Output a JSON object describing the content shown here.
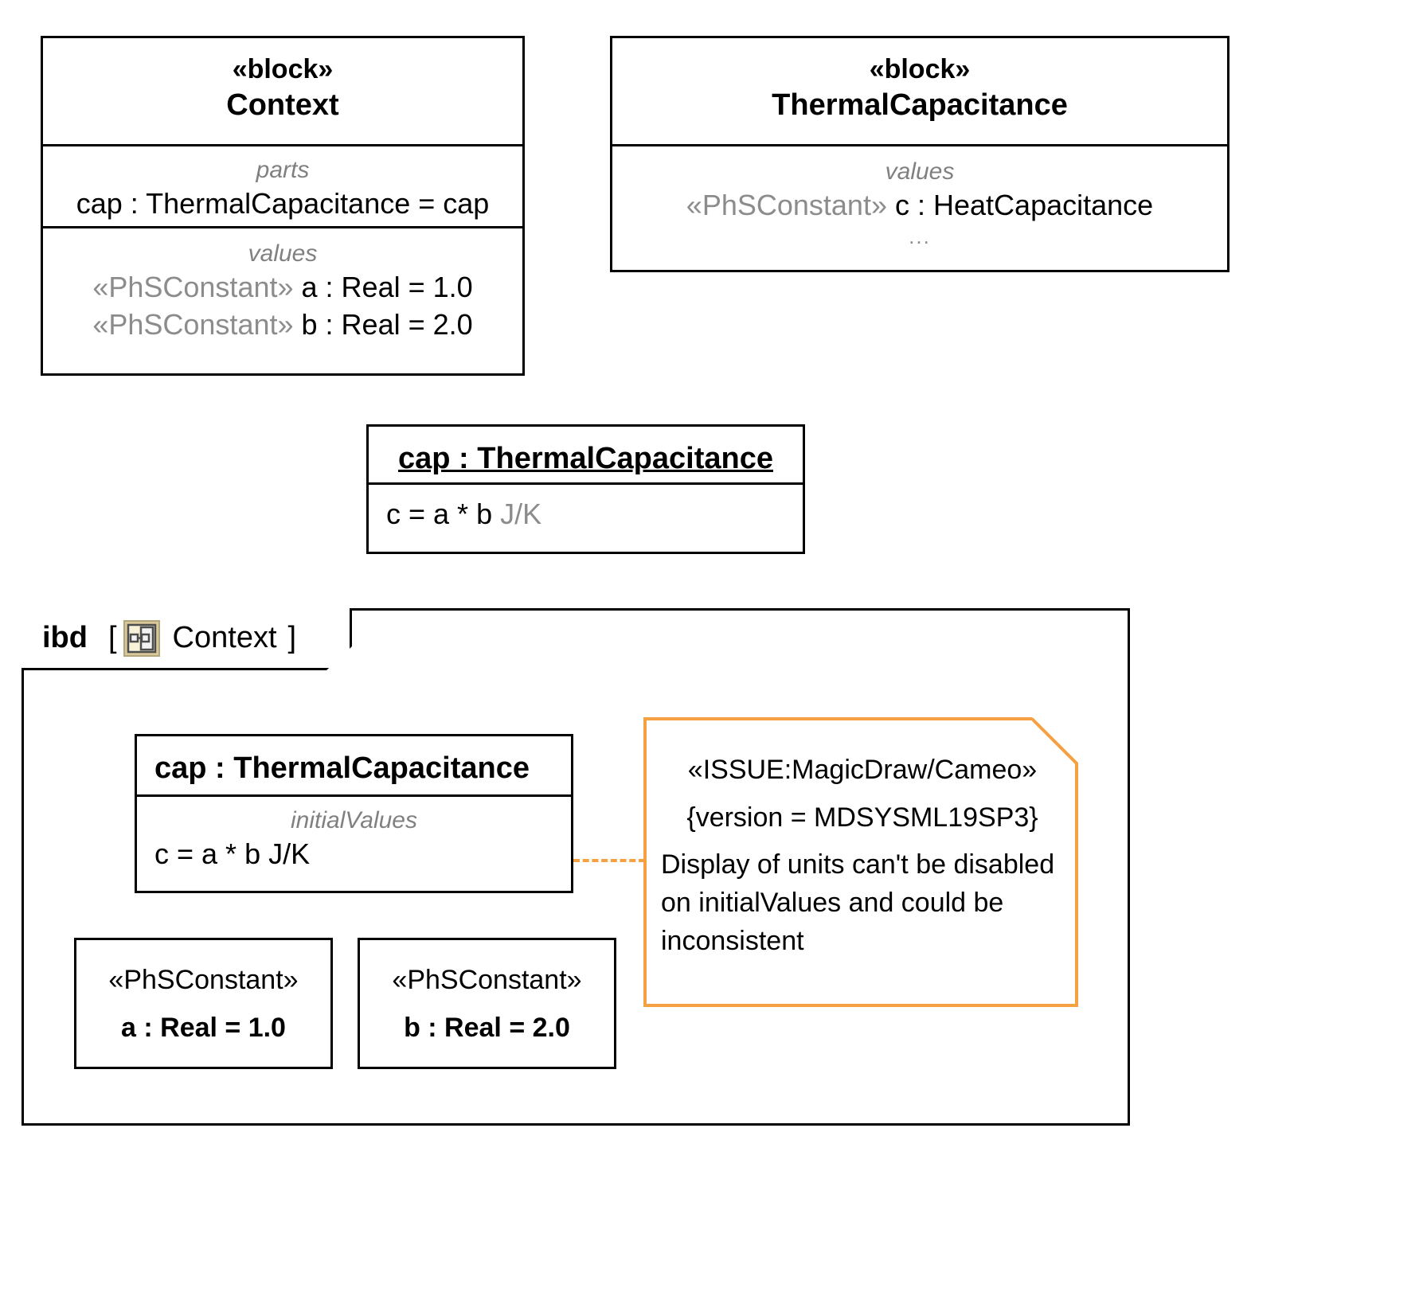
{
  "diagram": {
    "type": "SysML block definition and internal block diagram",
    "blocks": [
      {
        "id": "context",
        "stereotype": "«block»",
        "name": "Context",
        "compartments": [
          {
            "label": "parts",
            "lines": [
              {
                "keyword": "",
                "text": "cap : ThermalCapacitance = cap"
              }
            ]
          },
          {
            "label": "values",
            "lines": [
              {
                "keyword": "«PhSConstant»",
                "text": "a : Real = 1.0"
              },
              {
                "keyword": "«PhSConstant»",
                "text": "b : Real = 2.0"
              }
            ]
          }
        ]
      },
      {
        "id": "thermal-capacitance",
        "stereotype": "«block»",
        "name": "ThermalCapacitance",
        "compartments": [
          {
            "label": "values",
            "lines": [
              {
                "keyword": "«PhSConstant»",
                "text": "c : HeatCapacitance"
              }
            ],
            "ellipsis": "..."
          }
        ]
      }
    ],
    "instance_spec": {
      "title": "cap : ThermalCapacitance",
      "value_line": "c = a * b",
      "unit": "J/K"
    },
    "ibd": {
      "kind": "ibd",
      "open_bracket": "[",
      "close_bracket": "]",
      "icon": "ibd-diagram-icon",
      "name": "Context",
      "part": {
        "title": "cap : ThermalCapacitance",
        "compartment_label": "initialValues",
        "value_line": "c = a * b J/K"
      },
      "properties": [
        {
          "stereotype": "«PhSConstant»",
          "declaration": "a : Real = 1.0"
        },
        {
          "stereotype": "«PhSConstant»",
          "declaration": "b : Real = 2.0"
        }
      ],
      "note": {
        "stereotype": "«ISSUE:MagicDraw/Cameo»",
        "tagged_value": "{version = MDSYSML19SP3}",
        "body": "Display of units can't be disabled on initialValues and could be inconsistent"
      }
    },
    "colors": {
      "note_border": "#F5A142",
      "connector": "#F5A142",
      "keyword_gray": "#8C8C8C",
      "outline": "#000000",
      "background": "#FFFFFF",
      "icon_fill": "#D9C89A",
      "icon_page": "#F7F2D8"
    }
  }
}
